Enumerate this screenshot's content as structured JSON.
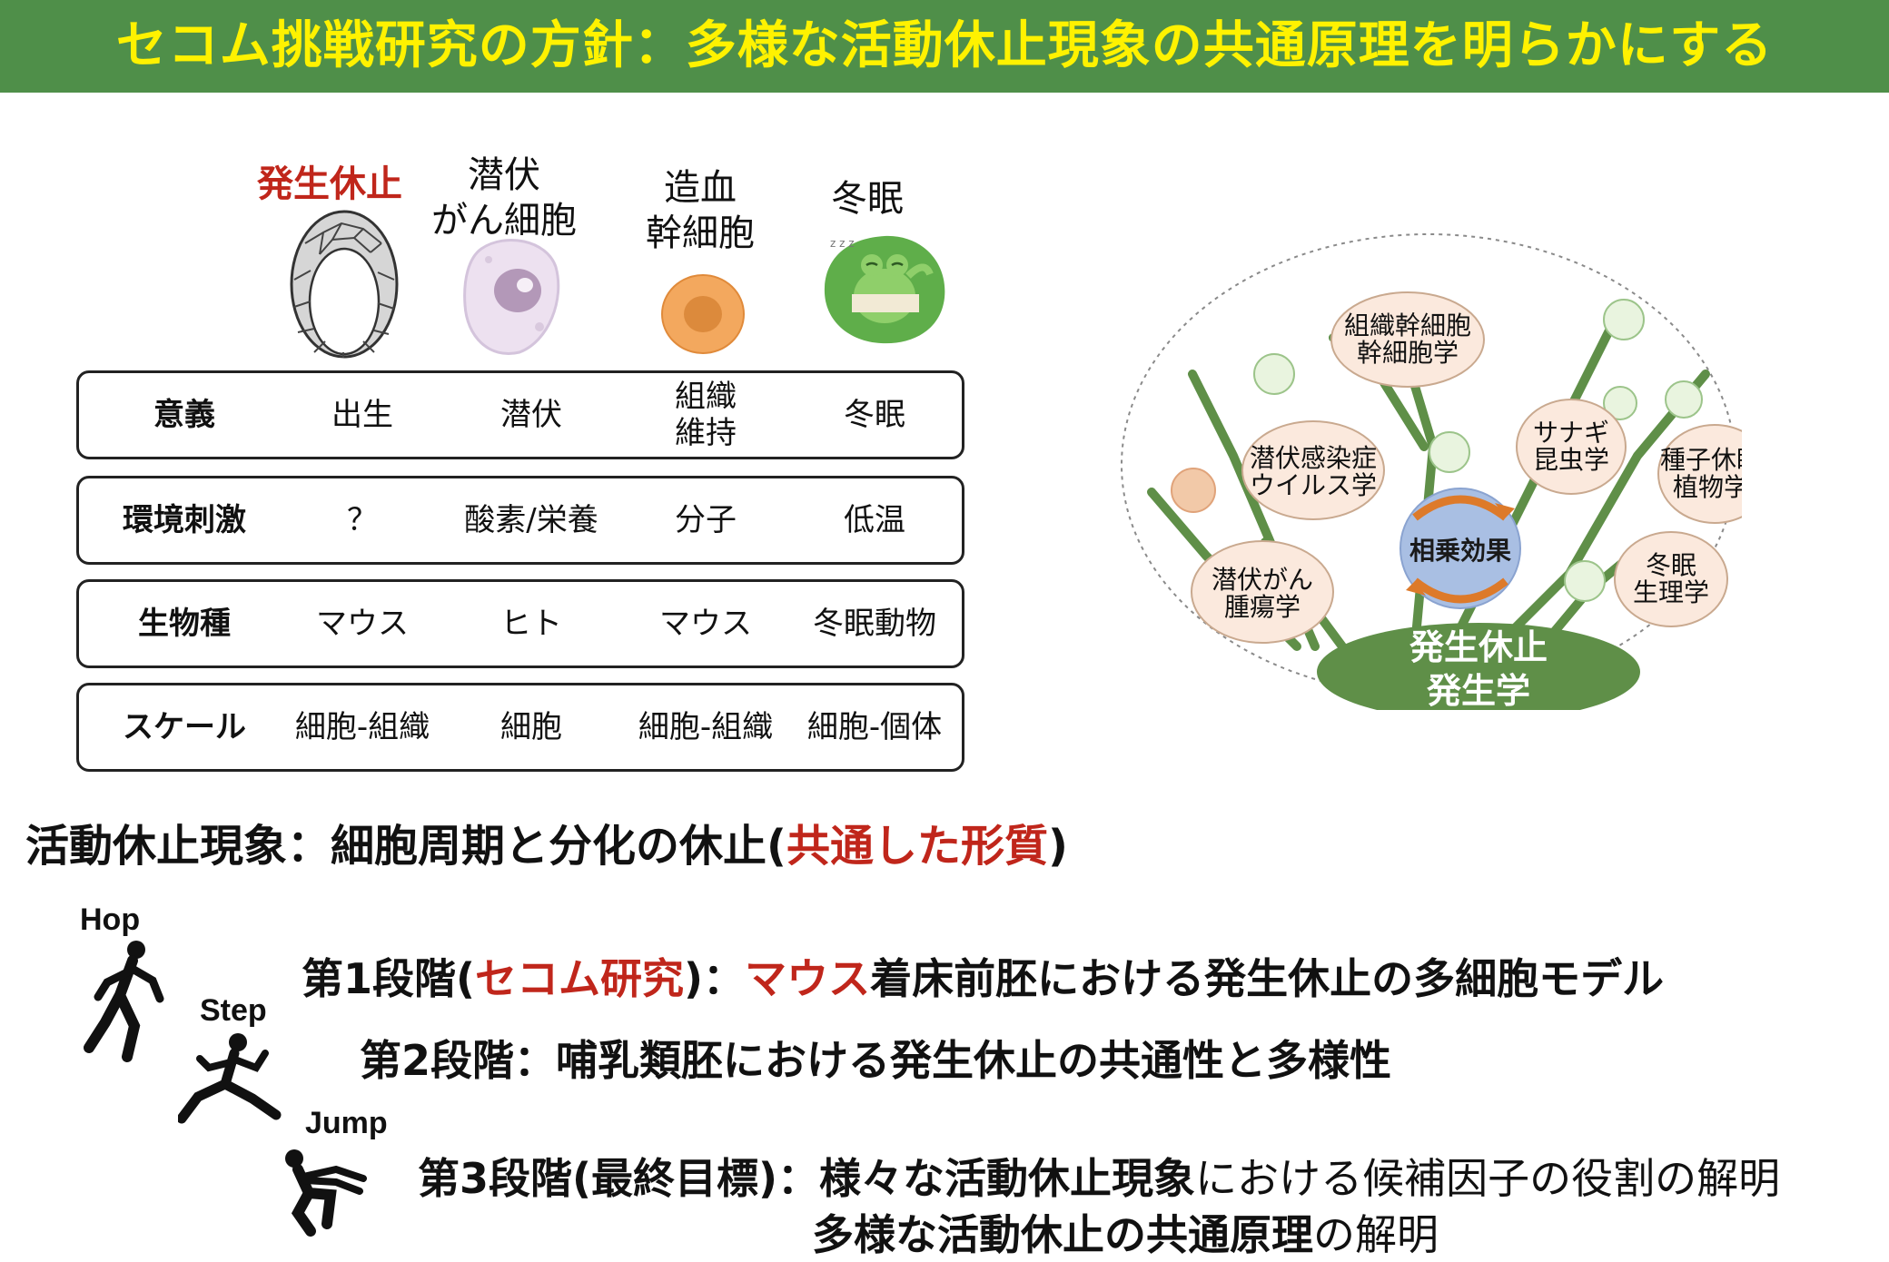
{
  "header": {
    "title": "セコム挑戦研究の方針：多様な活動休止現象の共通原理を明らかにする"
  },
  "phenomena": [
    {
      "label": "発生休止"
    },
    {
      "label": "潜伏\nがん細胞"
    },
    {
      "label": "造血\n幹細胞"
    },
    {
      "label": "冬眠"
    }
  ],
  "table": {
    "rows": [
      {
        "header": "意義",
        "cells": [
          "出生",
          "潜伏",
          "組織\n維持",
          "冬眠"
        ]
      },
      {
        "header": "環境刺激",
        "cells": [
          "？",
          "酸素/栄養",
          "分子",
          "低温"
        ]
      },
      {
        "header": "生物種",
        "cells": [
          "マウス",
          "ヒト",
          "マウス",
          "冬眠動物"
        ]
      },
      {
        "header": "スケール",
        "cells": [
          "細胞-組織",
          "細胞",
          "細胞-組織",
          "細胞-個体"
        ]
      }
    ]
  },
  "tree": {
    "base": {
      "line1": "発生休止",
      "line2": "発生学"
    },
    "synergy": "相乗効果",
    "nodes": [
      {
        "line1": "組織幹細胞",
        "line2": "幹細胞学"
      },
      {
        "line1": "サナギ",
        "line2": "昆虫学"
      },
      {
        "line1": "潜伏感染症",
        "line2": "ウイルス学"
      },
      {
        "line1": "種子休眠",
        "line2": "植物学"
      },
      {
        "line1": "潜伏がん",
        "line2": "腫瘍学"
      },
      {
        "line1": "冬眠",
        "line2": "生理学"
      }
    ],
    "colors": {
      "stem": "#5f8f48",
      "node_fill": "#fbe9dd",
      "leaf_fill": "#e9f4df",
      "synergy": "#a9bfe3",
      "arrow": "#dd7a2a"
    }
  },
  "phenomenon_line": {
    "part1": "活動休止現象：細胞周期と分化の休止(",
    "highlight": "共通した形質",
    "part2": ")"
  },
  "steps": {
    "hop_label": "Hop",
    "step_label": "Step",
    "jump_label": "Jump",
    "s1": {
      "a": "第1段階(",
      "b": "セコム研究",
      "c": ")：",
      "d": "マウス",
      "e": "着床前胚における発生休止の多細胞モデル"
    },
    "s2": {
      "text": "第2段階：哺乳類胚における発生休止の共通性と多様性"
    },
    "s3": {
      "a": "第3段階(最終目標)：様々な活動休止現象",
      "b": "における候補因子の役割の解明"
    },
    "s4": {
      "a": "多様な活動休止の共通原理",
      "b": "の解明"
    }
  }
}
